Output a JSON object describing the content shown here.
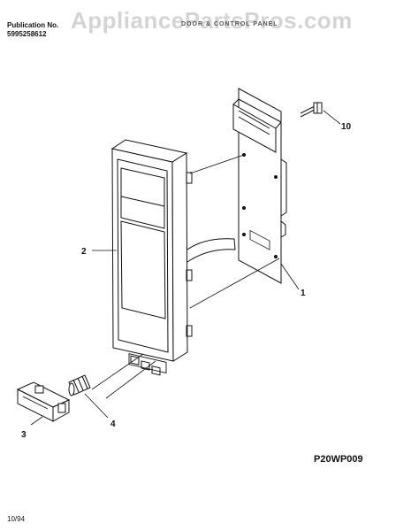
{
  "header": {
    "publication_label": "Publication No.",
    "publication_number": "5995258612",
    "watermark": "AppliancePartsPros.com",
    "title": "DOOR & CONTROL PANEL"
  },
  "diagram": {
    "callouts": {
      "part_1": "1",
      "part_2": "2",
      "part_3": "3",
      "part_4": "4",
      "part_10": "10"
    }
  },
  "footer": {
    "drawing_code": "P20WP009",
    "date": "10/94"
  }
}
